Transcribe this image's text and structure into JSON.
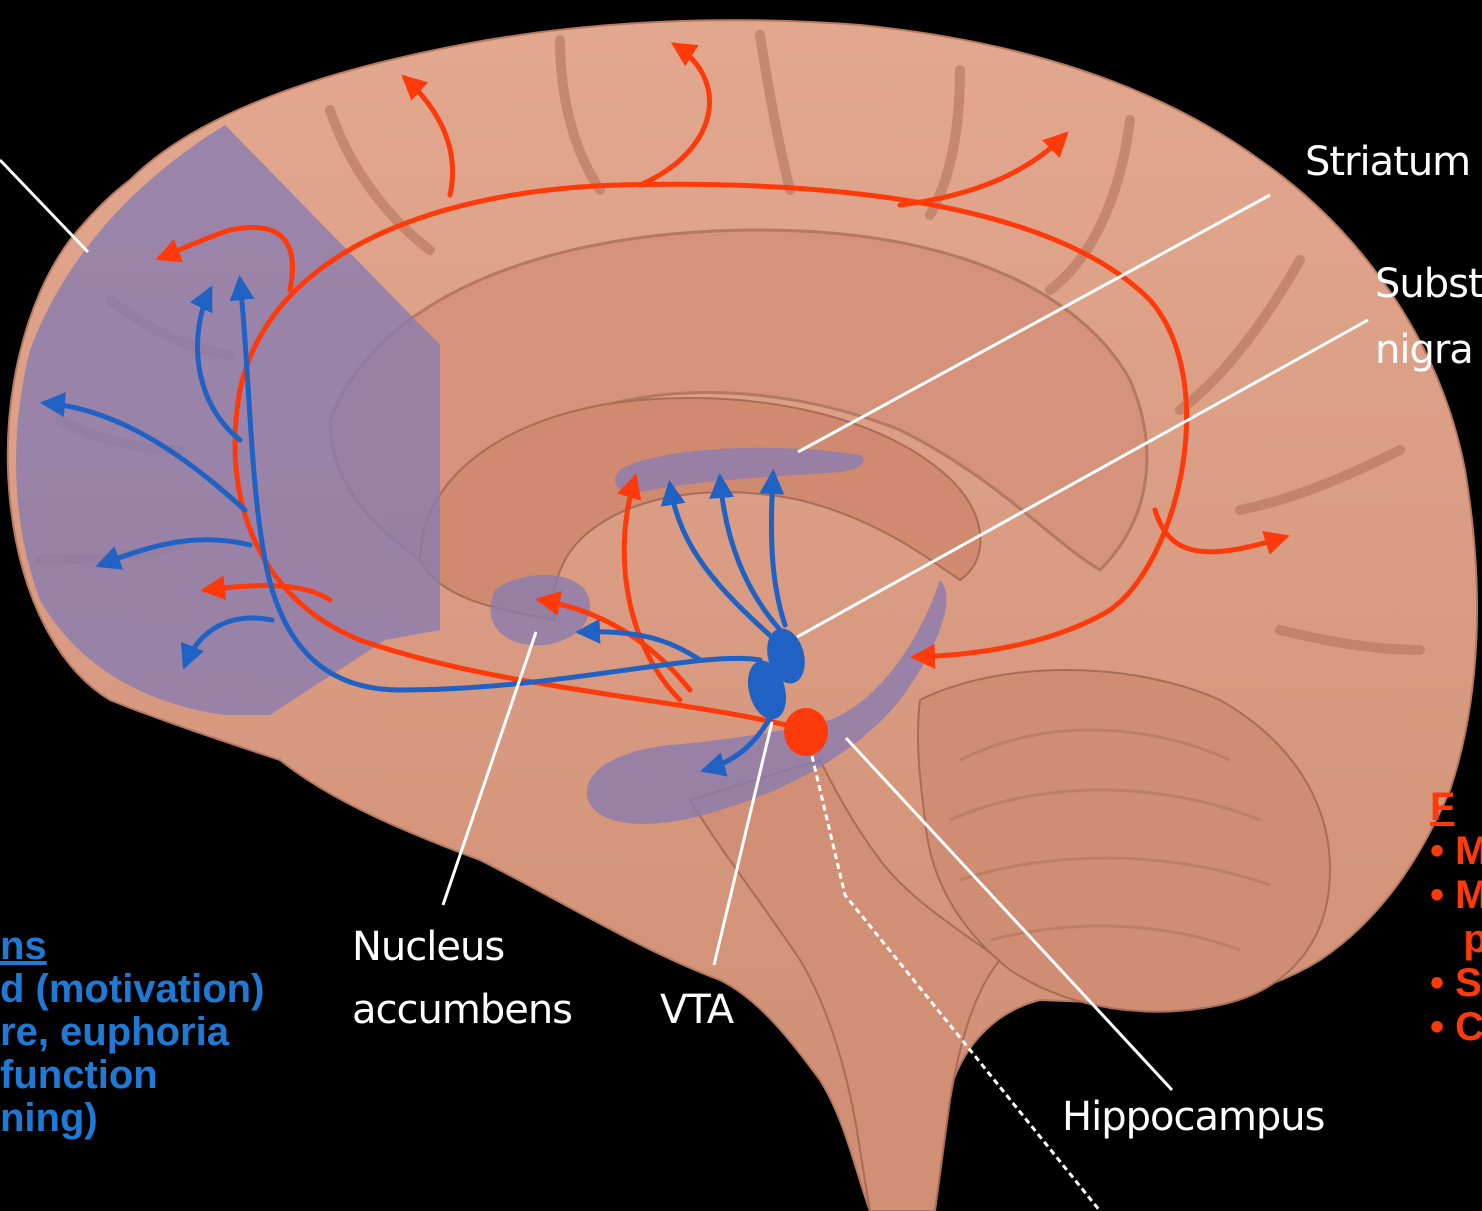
{
  "labels": {
    "striatum": "Striatum",
    "substantia_line1": "Subst",
    "substantia_line2": "nigra",
    "nucleus_line1": "Nucleus",
    "nucleus_line2": "accumbens",
    "vta": "VTA",
    "hippocampus": "Hippocampus"
  },
  "left_panel": {
    "heading": "ns",
    "lines": [
      "d (motivation)",
      "re, euphoria",
      "function",
      "ning)"
    ]
  },
  "right_panel": {
    "heading": "F",
    "lines": [
      "• M",
      "• M",
      "   p",
      "• S",
      "• C"
    ]
  },
  "colors": {
    "background": "#000000",
    "brain": "#d99a80",
    "region_highlight": "#8a7cb0",
    "mesocortical_pathway": "#1f62c4",
    "nigrostriatal_pathway": "#ff3a0a",
    "label_text": "#ffffff"
  }
}
